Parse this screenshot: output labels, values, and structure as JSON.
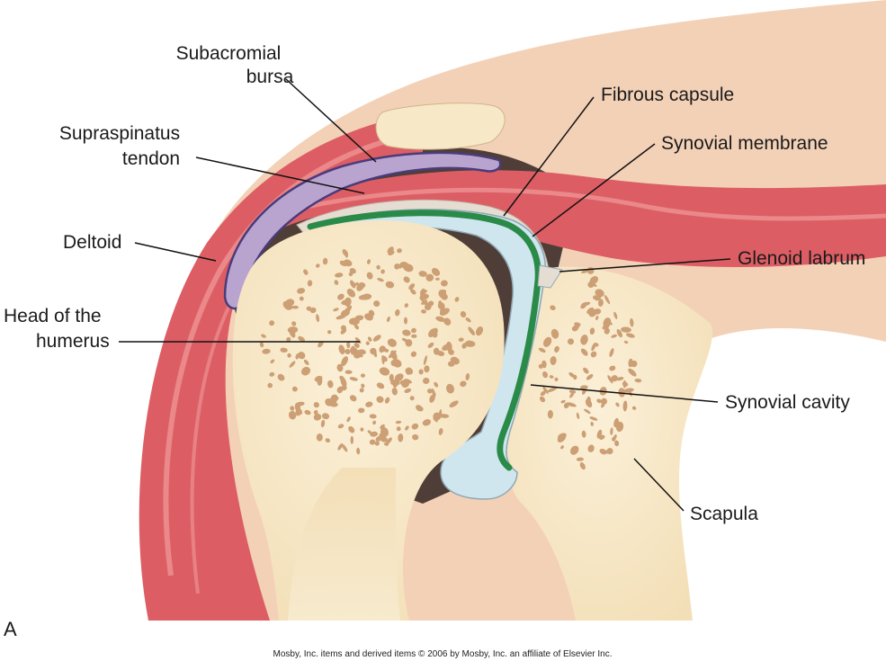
{
  "colors": {
    "skin": "#f3d1b7",
    "muscle": "#dc5e64",
    "muscle_light": "#f09a9a",
    "bone": "#f7e8c8",
    "spongy_bone": "#cc9f75",
    "bursa": "#b9a4cf",
    "bursa_outline": "#4a3b7a",
    "synovial_membrane": "#2a8a47",
    "synovial_cavity": "#cfe6ef",
    "capsule": "#e6ddd2",
    "shadow": "#4f3e38"
  },
  "labels": {
    "subacromial_bursa_line1": "Subacromial",
    "subacromial_bursa_line2": "bursa",
    "supraspinatus_line1": "Supraspinatus",
    "supraspinatus_line2": "tendon",
    "deltoid": "Deltoid",
    "head_humerus_line1": "Head of the",
    "head_humerus_line2": "humerus",
    "fibrous_capsule": "Fibrous capsule",
    "synovial_membrane": "Synovial membrane",
    "glenoid_labrum": "Glenoid labrum",
    "synovial_cavity": "Synovial cavity",
    "scapula": "Scapula"
  },
  "panel_letter": "A",
  "credit": "Mosby, Inc. items and derived items © 2006 by Mosby, Inc. an affiliate of Elsevier Inc."
}
